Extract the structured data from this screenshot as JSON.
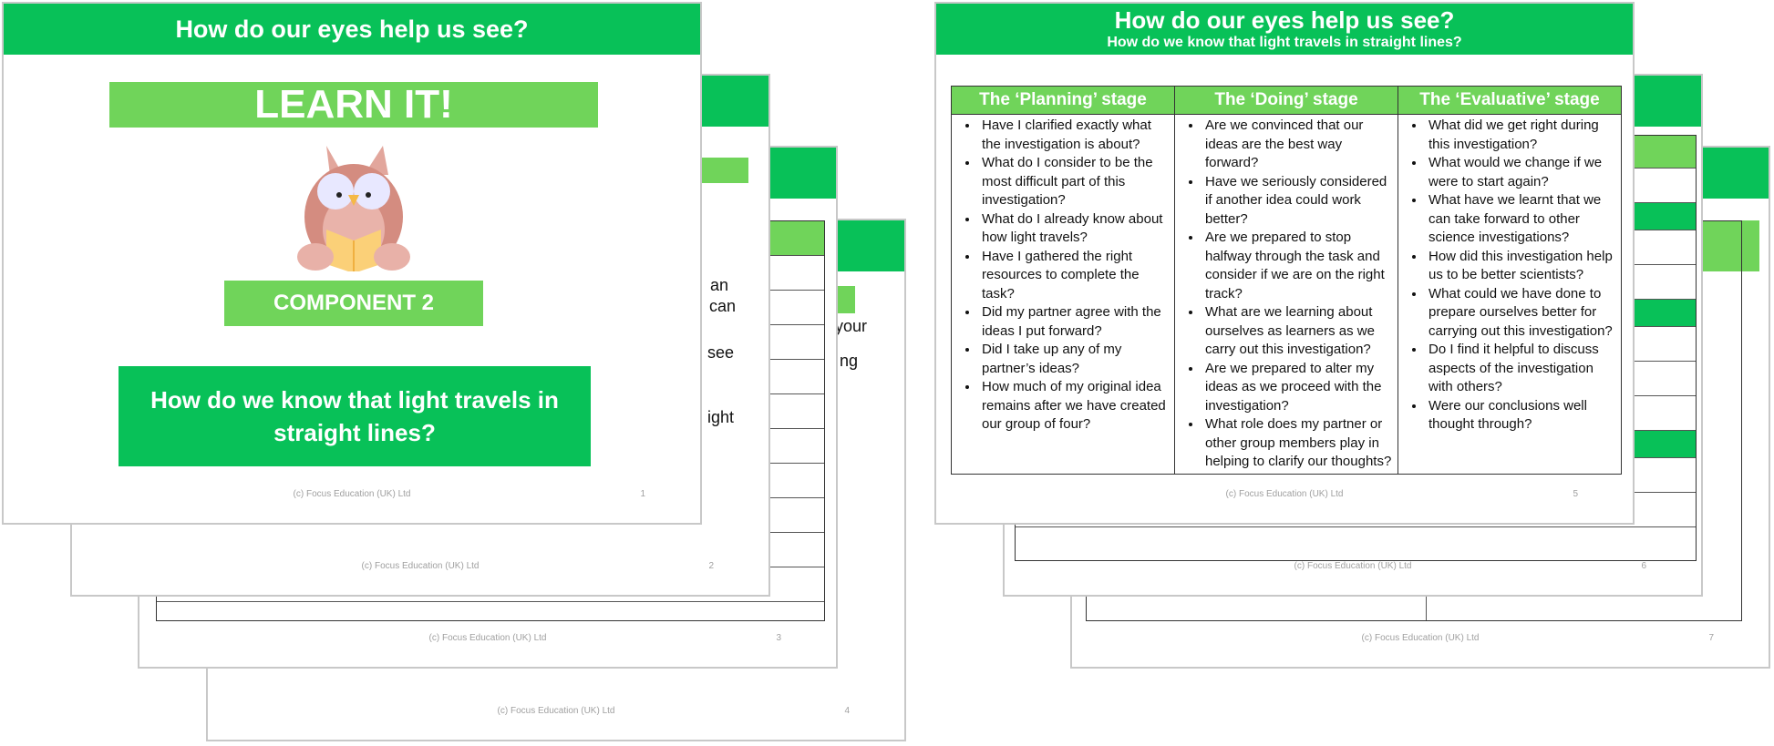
{
  "common": {
    "title": "How do our eyes help us see?",
    "footer": "(c) Focus Education (UK) Ltd"
  },
  "slide1": {
    "learn": "LEARN IT!",
    "component": "COMPONENT 2",
    "question": "How do we know that light travels in straight lines?",
    "page": "1"
  },
  "slide2": {
    "page": "2",
    "fragments": [
      "an",
      "can",
      "see",
      "ight"
    ]
  },
  "slide3": {
    "page": "3"
  },
  "slide4": {
    "page": "4",
    "fragments": [
      "your",
      "ng"
    ]
  },
  "slide5": {
    "subtitle": "How do we know that light travels in straight lines?",
    "page": "5",
    "columns": [
      {
        "header": "The ‘Planning’ stage",
        "items": [
          "Have I clarified exactly what the investigation is about?",
          "What do I consider to be the most difficult part of this investigation?",
          "What do I already know about how light travels?",
          "Have I gathered the right resources to complete the task?",
          "Did my partner agree with the ideas I put forward?",
          "Did I take up any of my partner’s ideas?",
          "How much of my original idea remains after we have created our group of four?"
        ]
      },
      {
        "header": "The ‘Doing’ stage",
        "items": [
          "Are we convinced that our ideas are the best way forward?",
          "Have we seriously considered if another idea could work better?",
          "Are we prepared to stop halfway through the task and consider if we are on the right track?",
          "What are we learning about ourselves as learners as we carry out this investigation?",
          "Are we prepared to alter my ideas as we proceed with the investigation?",
          "What role does my partner or other group members play in helping to clarify our thoughts?"
        ]
      },
      {
        "header": "The ‘Evaluative’ stage",
        "items": [
          "What did we get right during this investigation?",
          "What would we change if we were to start again?",
          "What have we learnt that we can take forward to other science investigations?",
          "How did this investigation help us to be better scientists?",
          "What could we have done to prepare ourselves better for carrying out this investigation?",
          "Do I find it helpful to discuss aspects of the investigation with others?",
          "Were our conclusions well thought through?"
        ]
      }
    ]
  },
  "slide6": {
    "page": "6"
  },
  "slide7": {
    "page": "7"
  },
  "colors": {
    "header_green": "#08c158",
    "light_green": "#70d45a"
  }
}
